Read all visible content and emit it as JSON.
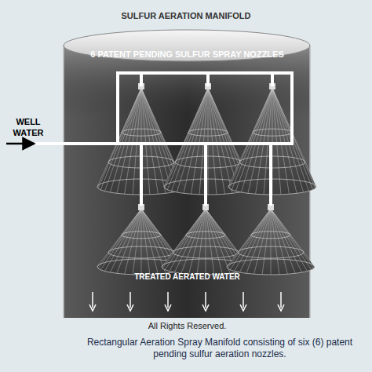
{
  "diagram": {
    "title": "SULFUR AERATION MANIFOLD",
    "caption": "Rectangular Aeration Spray Manifold consisting of six (6) patent pending sulfur aeration nozzles.",
    "labels": [
      "6 PATENT PENDING SULFUR SPRAY NOZZLES",
      "WELL WATER",
      "TREATED AERATED WATER",
      "All Rights Reserved."
    ]
  }
}
